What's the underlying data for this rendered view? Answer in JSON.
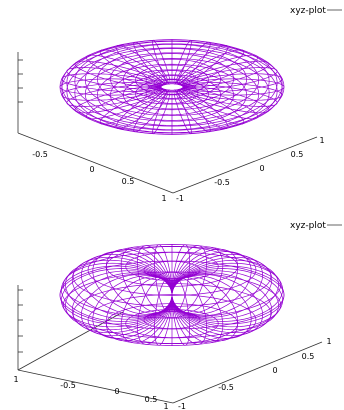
{
  "chart_data": [
    {
      "type": "line",
      "subtype": "3d-surface-wireframe",
      "legend": "xyz-plot",
      "legend_position": "top-right",
      "shape": "oblate torus (closed surface, inner radius ~0)",
      "surface_color": "#9400d3",
      "x_tick_labels": [
        "-0.5",
        "0",
        "0.5",
        "1"
      ],
      "y_tick_labels": [
        "-1",
        "-0.5",
        "0",
        "0.5",
        "1"
      ],
      "z_tick_labels": [],
      "xlim": [
        -1,
        1
      ],
      "ylim": [
        -1,
        1
      ]
    },
    {
      "type": "line",
      "subtype": "3d-surface-wireframe",
      "legend": "xyz-plot",
      "legend_position": "top-right",
      "shape": "torus with pinched center (horn torus)",
      "surface_color": "#9400d3",
      "x_tick_labels": [
        "1",
        "-0.5",
        "0",
        "0.5",
        "1"
      ],
      "y_tick_labels": [
        "-1",
        "-0.5",
        "0",
        "0.5",
        "1"
      ],
      "z_tick_labels": [],
      "xlim": [
        -1,
        1
      ],
      "ylim": [
        -1,
        1
      ]
    }
  ]
}
